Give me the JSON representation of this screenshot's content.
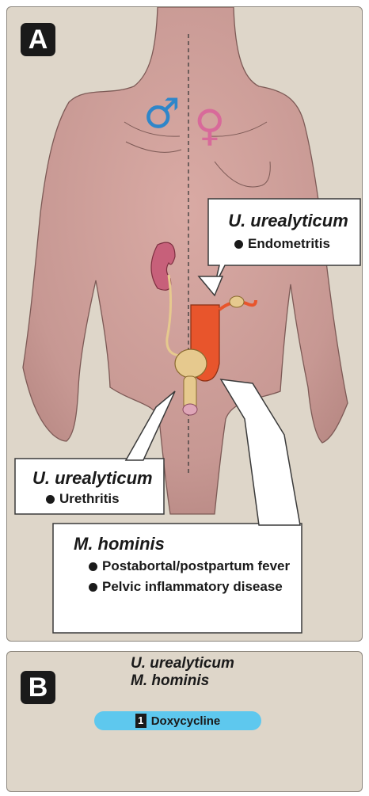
{
  "panel_a": {
    "label": "A",
    "symbols": {
      "male": "♂",
      "female": "♀"
    },
    "callouts": {
      "endometritis": {
        "organism": "U. urealyticum",
        "items": [
          "Endometritis"
        ]
      },
      "urethritis": {
        "organism": "U. urealyticum",
        "items": [
          "Urethritis"
        ]
      },
      "hominis": {
        "organism": "M. hominis",
        "items": [
          "Postabortal/postpartum fever",
          "Pelvic inflammatory disease"
        ]
      }
    },
    "colors": {
      "male_symbol": "#2f86c9",
      "female_symbol": "#d86a9a",
      "uterus": "#e8552c",
      "bladder": "#e6c98e",
      "kidney": "#c7607a"
    }
  },
  "panel_b": {
    "label": "B",
    "organisms": [
      "U. urealyticum",
      "M. hominis"
    ],
    "treatment": {
      "number": "1",
      "drug": "Doxycycline"
    },
    "colors": {
      "pill": "#5ec8ee"
    }
  }
}
